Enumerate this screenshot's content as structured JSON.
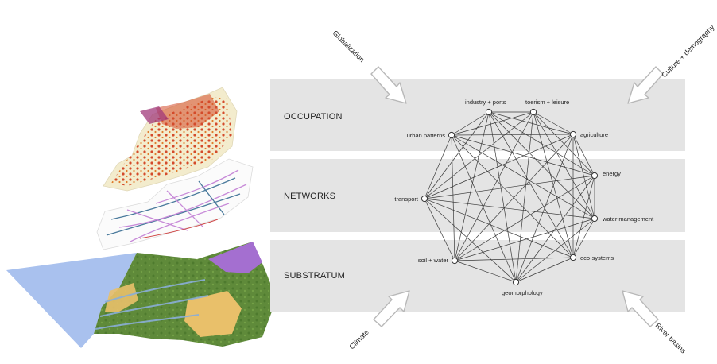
{
  "layers": [
    {
      "id": "occupation",
      "title": "OCCUPATION"
    },
    {
      "id": "networks",
      "title": "NETWORKS"
    },
    {
      "id": "substratum",
      "title": "SUBSTRATUM"
    }
  ],
  "nodes": [
    {
      "id": "industry_ports",
      "label": "industry + ports"
    },
    {
      "id": "toerism_leisure",
      "label": "toerism + leisure"
    },
    {
      "id": "agriculture",
      "label": "agriculture"
    },
    {
      "id": "energy",
      "label": "energy"
    },
    {
      "id": "water_management",
      "label": "water management"
    },
    {
      "id": "eco_systems",
      "label": "eco-systems"
    },
    {
      "id": "geomorphology",
      "label": "geomorphology"
    },
    {
      "id": "soil_water",
      "label": "soil + water"
    },
    {
      "id": "transport",
      "label": "transport"
    },
    {
      "id": "urban_patterns",
      "label": "urban patterns"
    }
  ],
  "forces": {
    "top_left": "Globalization",
    "top_right": "Culture + demography",
    "bottom_left": "Climate",
    "bottom_right": "River basins"
  },
  "colors": {
    "band": "#e4e4e4",
    "edge": "#3a3a3a",
    "arrow_fill": "#ffffff",
    "arrow_stroke": "#b8b8b8",
    "sea": "#a9c1ee",
    "land_green": "#5f8a3a",
    "sand": "#e9c06a",
    "purple": "#a46fd0",
    "urban_red": "#d44a2a",
    "network_pink": "#c78ad8",
    "network_blue": "#4a7a9c"
  }
}
